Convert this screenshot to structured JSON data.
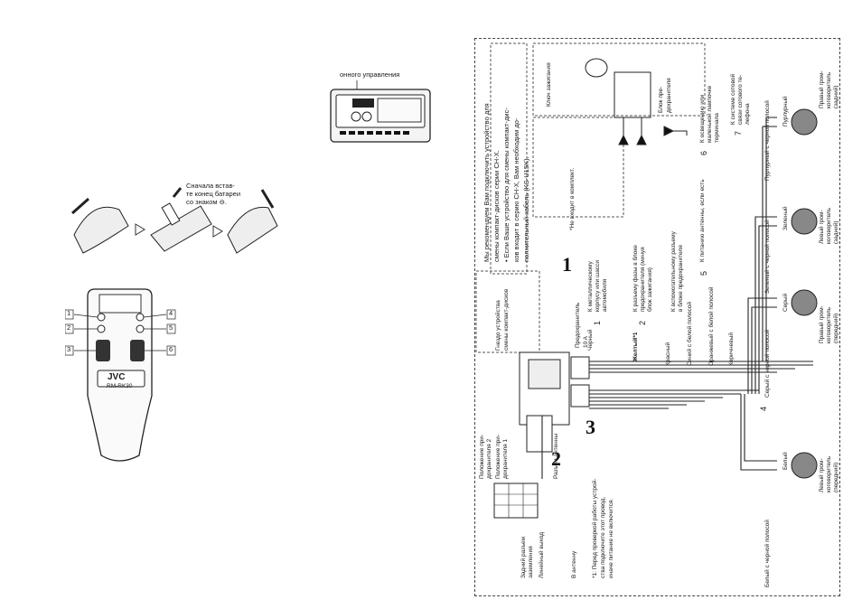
{
  "left": {
    "display_caption": "онного управления",
    "battery_caption": [
      "Сначала встав-",
      "те конец батареи",
      "со знаком ⊖."
    ],
    "remote_brand": "JVC",
    "remote_model": "RM-RK30",
    "remote_callouts": [
      "1",
      "2",
      "3",
      "4",
      "5",
      "6"
    ]
  },
  "diagram": {
    "step_numbers": [
      "1",
      "2",
      "3"
    ],
    "intro": [
      "Мы рекомендуем Вам подключить устройство для",
      "смены компакт-дисков серии CH-X.",
      "• Если Ваше устройство для смены компакт-дис-",
      "ков входит в серию CH-X, Вам необходим до-",
      "полнительный кабель (KS-U15K)."
    ],
    "not_included": "*Не входит в комплект.",
    "footnote": [
      "*1: Перед проверкой работы устрой-",
      "ства подключите этот провод,",
      "иначе питание не включится."
    ],
    "changer_jack": [
      "Гнездо устройства",
      "смены компакт-дисков"
    ],
    "fuse": [
      "Предохранитель",
      "10 A"
    ],
    "ignition": "Ключ зажигания",
    "amp_block": [
      "Блок пре-",
      "дохранителя"
    ],
    "wires": [
      {
        "num": "1",
        "color": "Черный",
        "dest": [
          "К металлическому",
          "корпусу или шасси",
          "автомобиля"
        ]
      },
      {
        "num": "2",
        "color": "Желтый*1",
        "dest": [
          "К разъему фазы в блоке",
          "предохранителя (минуя",
          "блок зажигания)"
        ]
      },
      {
        "num": "",
        "color": "Красный",
        "dest": [
          "К вспомогательному разъему",
          "в блоке предохранителя"
        ]
      },
      {
        "num": "5",
        "color": "Синий с белой полосой",
        "dest": [
          "К питанию антенны, если есть"
        ]
      },
      {
        "num": "6",
        "color": "Оранжевый с белой полосой",
        "dest": [
          "К освещению или",
          "маленькой лампочке",
          "терминала"
        ]
      },
      {
        "num": "7",
        "color": "Коричневый",
        "dest": [
          "К системе сотовой",
          "связи сотового те-",
          "лефона"
        ]
      }
    ],
    "plug_labels": [
      "Положение при-",
      "дохранителя 2",
      "Положение при-",
      "дохранителя 1"
    ],
    "rear_ground": [
      "Задний разъем",
      "заземления"
    ],
    "line_out": "Линейный выход",
    "antenna_jack": "Разъем антенны",
    "to_antenna": "В антенну",
    "speakers": [
      {
        "num": "4",
        "label": [
          "Левый гром-",
          "коговоритель",
          "(передний)"
        ],
        "wires": [
          "Белый с черной полосой",
          "Белый"
        ]
      },
      {
        "num": "",
        "label": [
          "Правый гром-",
          "коговоритель",
          "(передний)"
        ],
        "wires": [
          "Серый с черной полосой",
          "Серый"
        ]
      },
      {
        "num": "",
        "label": [
          "Левый гром-",
          "коговоритель",
          "(задний)"
        ],
        "wires": [
          "Зеленый с черной полосой",
          "Зеленый"
        ]
      },
      {
        "num": "",
        "label": [
          "Правый гром-",
          "коговоритель",
          "(задний)"
        ],
        "wires": [
          "Пурпурный с черной полосой",
          "Пурпурный"
        ]
      }
    ]
  }
}
